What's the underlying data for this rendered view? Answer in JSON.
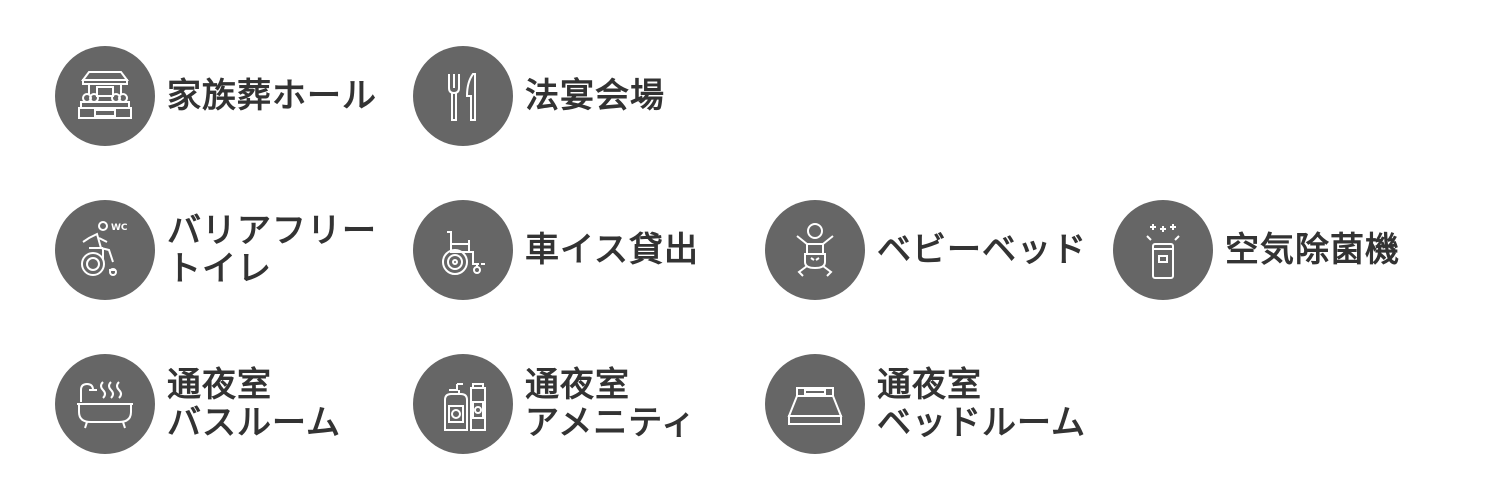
{
  "colors": {
    "circle": "#666666",
    "text": "#333333",
    "icon_stroke": "#ffffff"
  },
  "facilities": [
    {
      "id": "family-hall",
      "icon": "family-hall-icon",
      "lines": [
        "家族葬ホール"
      ]
    },
    {
      "id": "memorial-dining",
      "icon": "fork-knife-icon",
      "lines": [
        "法宴会場"
      ]
    },
    {
      "id": "barrier-free-toilet",
      "icon": "wheelchair-wc-icon",
      "lines": [
        "バリアフリー",
        "トイレ"
      ]
    },
    {
      "id": "wheelchair-rental",
      "icon": "wheelchair-icon",
      "lines": [
        "車イス貸出"
      ]
    },
    {
      "id": "baby-bed",
      "icon": "baby-icon",
      "lines": [
        "ベビーベッド"
      ]
    },
    {
      "id": "air-purifier",
      "icon": "air-purifier-icon",
      "lines": [
        "空気除菌機"
      ]
    },
    {
      "id": "overnight-bathroom",
      "icon": "bathtub-icon",
      "lines": [
        "通夜室",
        "バスルーム"
      ]
    },
    {
      "id": "overnight-amenity",
      "icon": "toiletries-icon",
      "lines": [
        "通夜室",
        "アメニティ"
      ]
    },
    {
      "id": "overnight-bedroom",
      "icon": "bed-icon",
      "lines": [
        "通夜室",
        "ベッドルーム"
      ]
    }
  ]
}
